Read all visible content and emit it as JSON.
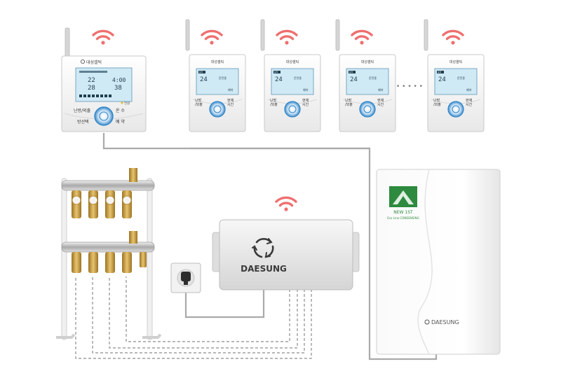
{
  "main_controller": {
    "brand": "대성셀틱",
    "lcd_line1": "22",
    "lcd_line2": "4:00",
    "lcd_line3": "28",
    "lcd_line4": "38",
    "indicator_label": "전원",
    "btn_mode": "난방/외출",
    "btn_hot_water": "온 수",
    "btn_room_select": "방선택",
    "btn_reserve": "예 약"
  },
  "room_controller": {
    "brand": "대성셀틱",
    "lcd_temp": "24",
    "lcd_status": "운전중",
    "lcd_badge": "동작",
    "lcd_footer": "예약",
    "btn_left": "난방\n/외출",
    "btn_right": "현재\n시간"
  },
  "hub": {
    "brand": "DAESUNG"
  },
  "boiler": {
    "brand": "DAESUNG",
    "logo_text": "NEW 1ST",
    "logo_subtext": "Eco Line CONDENSING"
  },
  "ellipsis": "• • • • •",
  "colors": {
    "wifi": "#ef6f6f",
    "wire_solid": "#aaaaaa",
    "wire_dashed": "#8c8c8c",
    "lcd_bg": "#cfe9f5",
    "accent_blue": "#2f86c9",
    "brass": "#c99a3c",
    "green_logo": "#2d8a3e"
  }
}
